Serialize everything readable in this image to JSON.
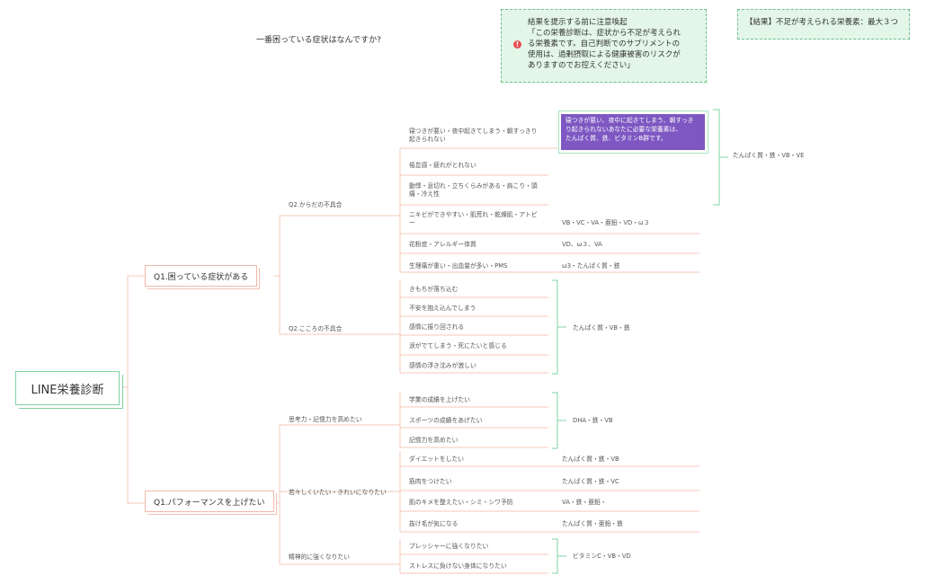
{
  "question": "一番困っている症状はなんですか?",
  "warning": {
    "title": "結果を提示する前に注意喚起",
    "line1": "「この栄養診断は、症状から不足が考えられ",
    "line2": "る栄養素です。自己判断でのサプリメントの",
    "line3": "使用は、過剰摂取による健康被害のリスクが",
    "line4": "ありますのでお控えください」"
  },
  "result_note": "【結果】不足が考えられる栄養素：最大３つ",
  "root": "LINE栄養診断",
  "q1_symptom": "Q1.困っている症状がある",
  "q1_performance": "Q1.パフォーマンスを上げたい",
  "body_group": "Q2.からだの不具合",
  "mind_group": "Q2.こころの不具合",
  "think_group": "思考力・記憶力を高めたい",
  "young_group": "若々しくいたい・きれいになりたい",
  "mental_group": "精神的に強くなりたい",
  "body_items": [
    {
      "l1": "寝つきが悪い・夜中起きてしまう・朝すっきり",
      "l2": "起きられない"
    },
    {
      "l1": "倦怠感・疲れがとれない",
      "l2": ""
    },
    {
      "l1": "動悸・息切れ・立ちくらみがある・肩こり・頭",
      "l2": "痛・冷え性"
    },
    {
      "l1": "ニキビができやすい・肌荒れ・乾燥肌・アトピ",
      "l2": "ー"
    },
    {
      "l1": "花粉症・アレルギー体質",
      "l2": ""
    },
    {
      "l1": "生理痛が重い・出血量が多い・PMS",
      "l2": ""
    }
  ],
  "purple_box": {
    "l1": "寝つきが悪い、夜中に起きてしまう、朝すっき",
    "l2": "り起きられないあなたに必要な栄養素は、",
    "l3": "たんぱく質、鉄、ビタミンB群です。"
  },
  "body_results": {
    "group1": "たんぱく質・鉄・VB・VE",
    "acne": "VB・VC・VA・亜鉛・VD・ω３",
    "allergy": "VD、ω３、VA",
    "period": "ω3・たんぱく質・鉄"
  },
  "mind_items": [
    "きもちが落ち込む",
    "不安を抱え込んでしまう",
    "感情に振り回される",
    "涙がでてしまう・死にたいと感じる",
    "感情の浮き沈みが激しい"
  ],
  "mind_result": "たんぱく質・VB・鉄",
  "think_items": [
    "学業の成績を上げたい",
    "スポーツの成績をあげたい",
    "記憶力を高めたい"
  ],
  "think_result": "DHA・鉄・VB",
  "young_items": [
    "ダイエットをしたい",
    "筋肉をつけたい",
    "肌のキメを整えたい・シミ・シワ予防",
    "抜け毛が気になる"
  ],
  "young_results": [
    "たんぱく質・鉄・VB",
    "たんぱく質・鉄・VC",
    "VA・鉄・亜鉛・",
    "たんぱく質・亜鉛・鉄"
  ],
  "mental_items": [
    "プレッシャーに強くなりたい",
    "ストレスに負けない身体になりたい"
  ],
  "mental_result": "ビタミンC・VB・VD"
}
